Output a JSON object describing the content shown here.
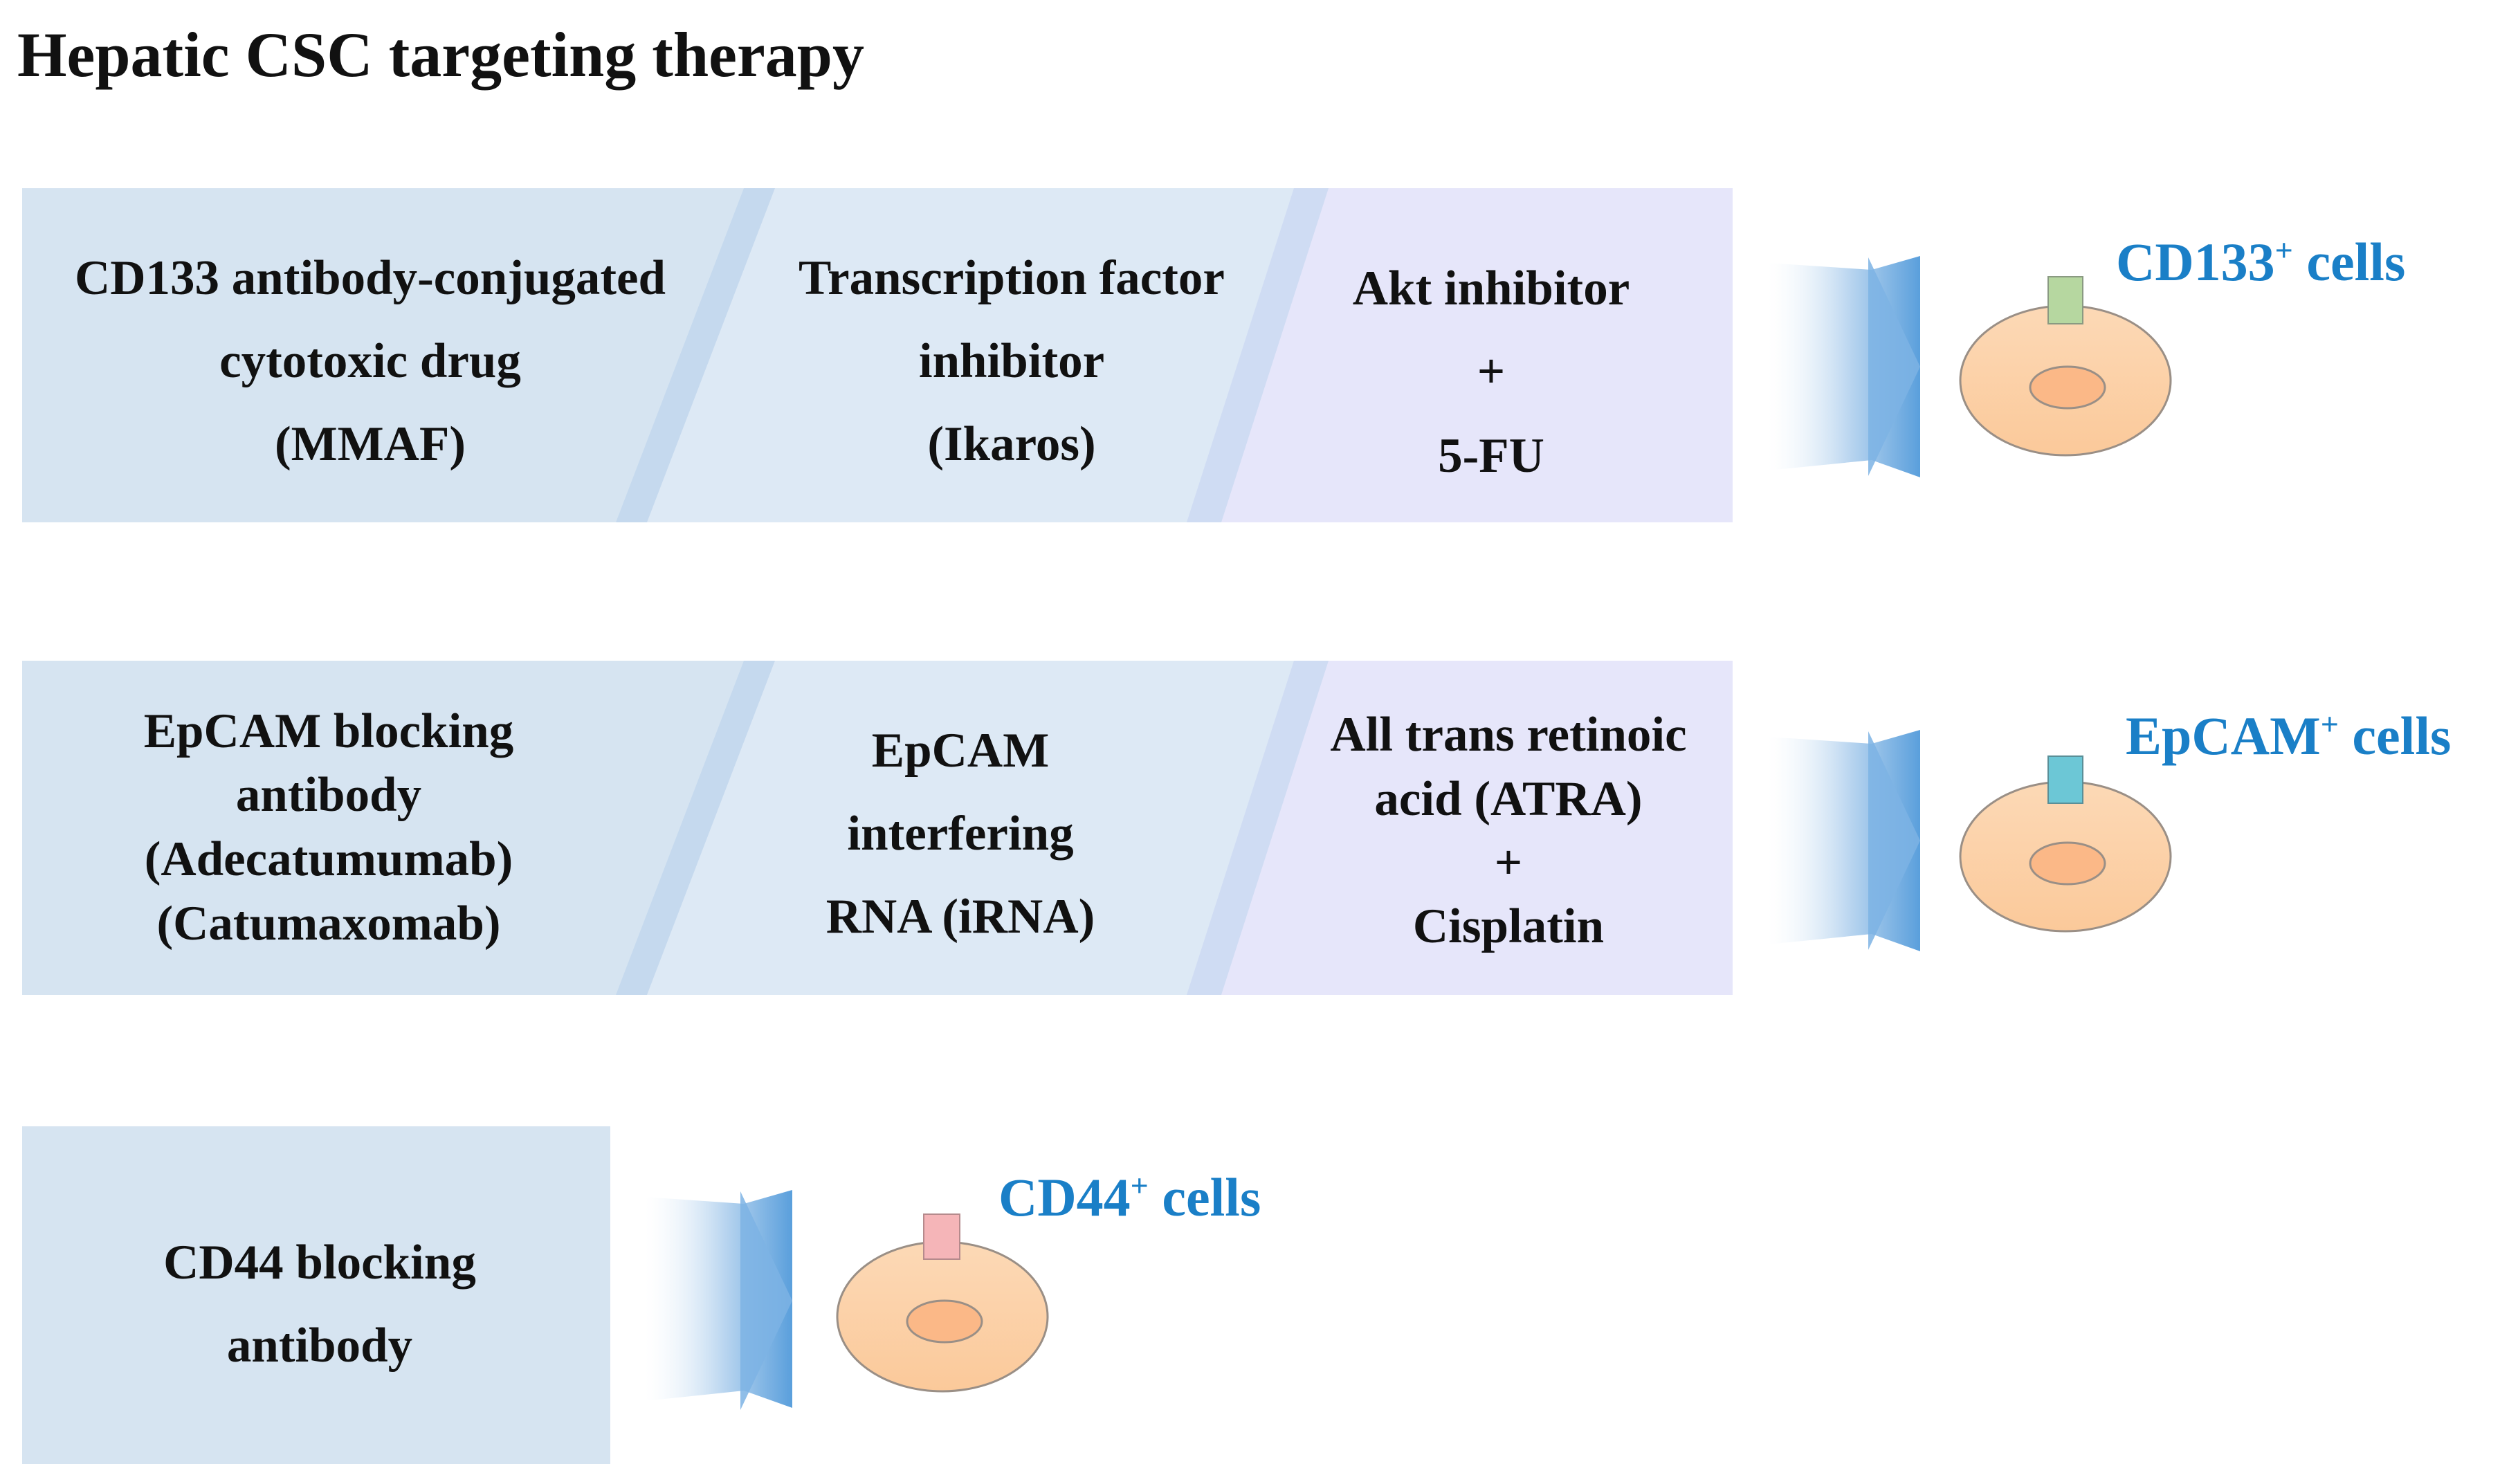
{
  "title": "Hepatic CSC targeting therapy",
  "colors": {
    "panel_blue": "#d6e4f1",
    "panel_light": "#dde9f5",
    "panel_lavender": "#e6e6fa",
    "arrow_blue": "#5a9fdc",
    "cell_body": "#fdd3a8",
    "cell_nucleus": "#fbb887",
    "label_blue": "#1a7fc7",
    "marker_cd133": "#b6d7a0",
    "marker_epcam": "#6cc7d6",
    "marker_cd44": "#f5b5b8"
  },
  "rows": [
    {
      "id": "cd133",
      "panels": [
        {
          "lines": [
            "CD133 antibody-conjugated",
            "cytotoxic drug",
            "(MMAF)"
          ]
        },
        {
          "lines": [
            "Transcription factor",
            "inhibitor",
            "(Ikaros)"
          ]
        },
        {
          "lines": [
            "Akt inhibitor",
            "+",
            "5-FU"
          ]
        }
      ],
      "cell_label": {
        "main": "CD133",
        "sup": "+",
        "rest": " cells"
      }
    },
    {
      "id": "epcam",
      "panels": [
        {
          "lines": [
            "EpCAM blocking",
            "antibody",
            "(Adecatumumab)",
            "(Catumaxomab)"
          ]
        },
        {
          "lines": [
            "EpCAM",
            "interfering",
            "RNA (iRNA)"
          ]
        },
        {
          "lines": [
            "All trans retinoic",
            "acid (ATRA)",
            "+",
            "Cisplatin"
          ]
        }
      ],
      "cell_label": {
        "main": "EpCAM",
        "sup": "+",
        "rest": " cells"
      }
    },
    {
      "id": "cd44",
      "panels": [
        {
          "lines": [
            "CD44 blocking",
            "antibody"
          ]
        }
      ],
      "cell_label": {
        "main": "CD44",
        "sup": "+",
        "rest": " cells"
      }
    }
  ]
}
